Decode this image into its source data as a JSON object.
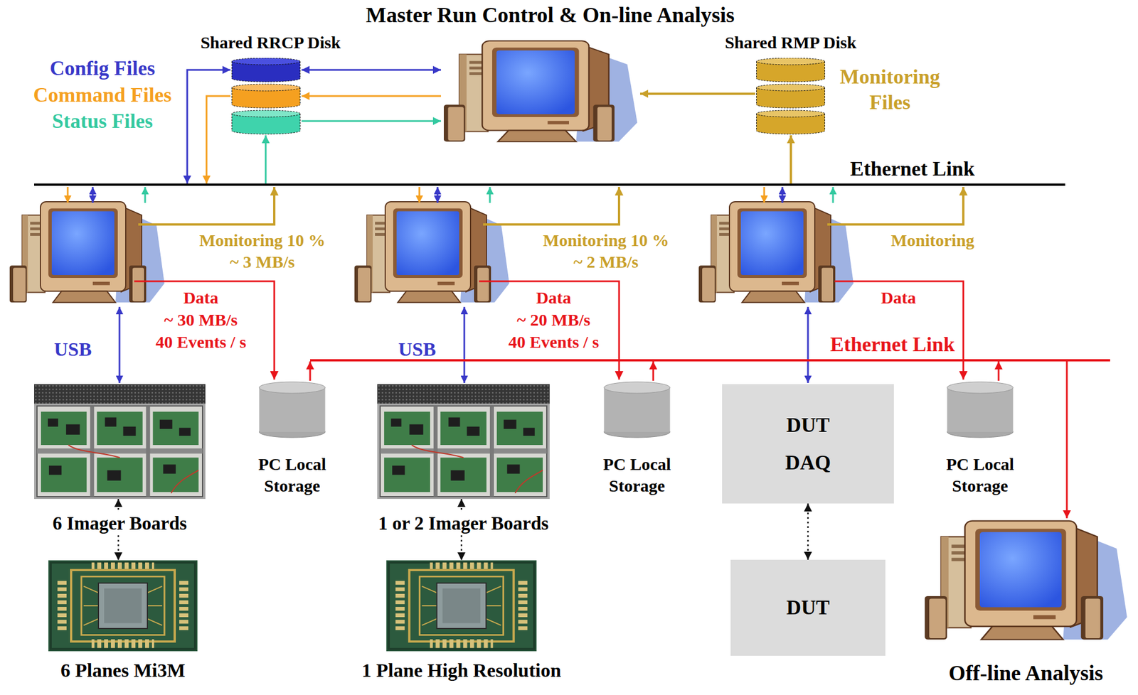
{
  "diagram": {
    "nodes": [
      {
        "text": [
          "Master Run Control & On-line Analysis"
        ]
      },
      {
        "text": [
          "Shared RRCP Disk"
        ]
      },
      {
        "text": [
          "Shared RMP Disk"
        ]
      },
      {
        "text": [
          "Ethernet Link"
        ]
      },
      {
        "text": [
          "PC Local Storage"
        ]
      },
      {
        "text": [
          "PC Local Storage"
        ]
      },
      {
        "text": [
          "DUT DAQ"
        ]
      },
      {
        "text": [
          "PC Local Storage"
        ]
      },
      {
        "text": [
          "Ethernet Link"
        ]
      },
      {
        "text": [
          "6 Imager Boards"
        ]
      },
      {
        "text": [
          "1 or 2 Imager Boards"
        ]
      },
      {
        "text": [
          "DUT"
        ]
      },
      {
        "text": [
          "6 Planes Mi3M"
        ]
      },
      {
        "text": [
          "1 Plane High Resolution"
        ]
      },
      {
        "text": [
          "Off-line Analysis"
        ]
      }
    ],
    "edges": [
      {
        "from": 1,
        "to": 0,
        "arrow": "both"
      },
      {
        "from": 0,
        "to": 1,
        "arrow": "to"
      },
      {
        "from": 1,
        "to": 0,
        "arrow": "to"
      },
      {
        "from": 2,
        "to": 0,
        "arrow": "to"
      },
      {
        "from": 3,
        "to": 1,
        "arrow": "both"
      },
      {
        "from": 1,
        "to": 3,
        "arrow": "to"
      },
      {
        "from": 3,
        "to": 1,
        "arrow": "to"
      },
      {
        "from": 3,
        "to": 2,
        "arrow": "to"
      },
      {
        "from": 4,
        "to": 8,
        "arrow": "to"
      },
      {
        "from": 5,
        "to": 8,
        "arrow": "to"
      },
      {
        "from": 7,
        "to": 8,
        "arrow": "to"
      },
      {
        "from": 8,
        "to": 14,
        "arrow": "to"
      },
      {
        "from": 9,
        "to": 12,
        "arrow": "both"
      },
      {
        "from": 10,
        "to": 13,
        "arrow": "both"
      },
      {
        "from": 6,
        "to": 11,
        "arrow": "both"
      }
    ],
    "labels": [
      "Config Files",
      "Command Files",
      "Status Files",
      "Monitoring Files",
      "Monitoring 10 % ~ 3 MB/s",
      "Data ~ 30 MB/s 40 Events / s",
      "USB",
      "Monitoring 10 % ~ 2 MB/s",
      "Data ~ 20 MB/s 40 Events / s",
      "USB",
      "Monitoring",
      "Data"
    ]
  }
}
